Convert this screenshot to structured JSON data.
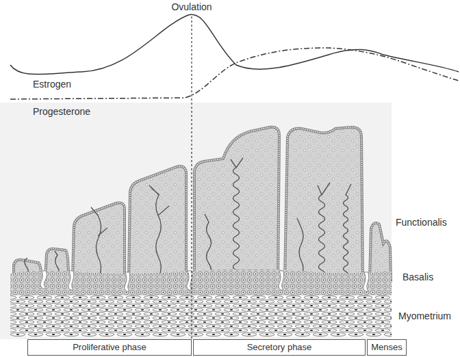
{
  "diagram": {
    "nodes": [
      {
        "text": [
          "Proliferative phase"
        ]
      },
      {
        "text": [
          "Secretory phase"
        ]
      },
      {
        "text": [
          "Menses"
        ]
      }
    ],
    "edges": [],
    "labels": [
      "Ovulation",
      "Estrogen",
      "Progesterone",
      "Functionalis",
      "Basalis",
      "Myometrium"
    ]
  }
}
